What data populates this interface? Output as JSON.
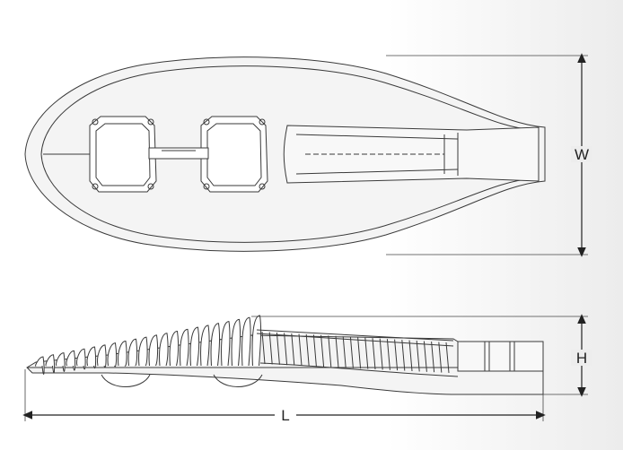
{
  "dimensions": {
    "width_label": "W",
    "height_label": "H",
    "length_label": "L"
  },
  "colors": {
    "stroke": "#3a3a3a",
    "body_fill": "#f4f4f4",
    "module_fill": "#ffffff",
    "background_right": "#ececec"
  },
  "views": [
    {
      "name": "top-view"
    },
    {
      "name": "side-view"
    }
  ]
}
